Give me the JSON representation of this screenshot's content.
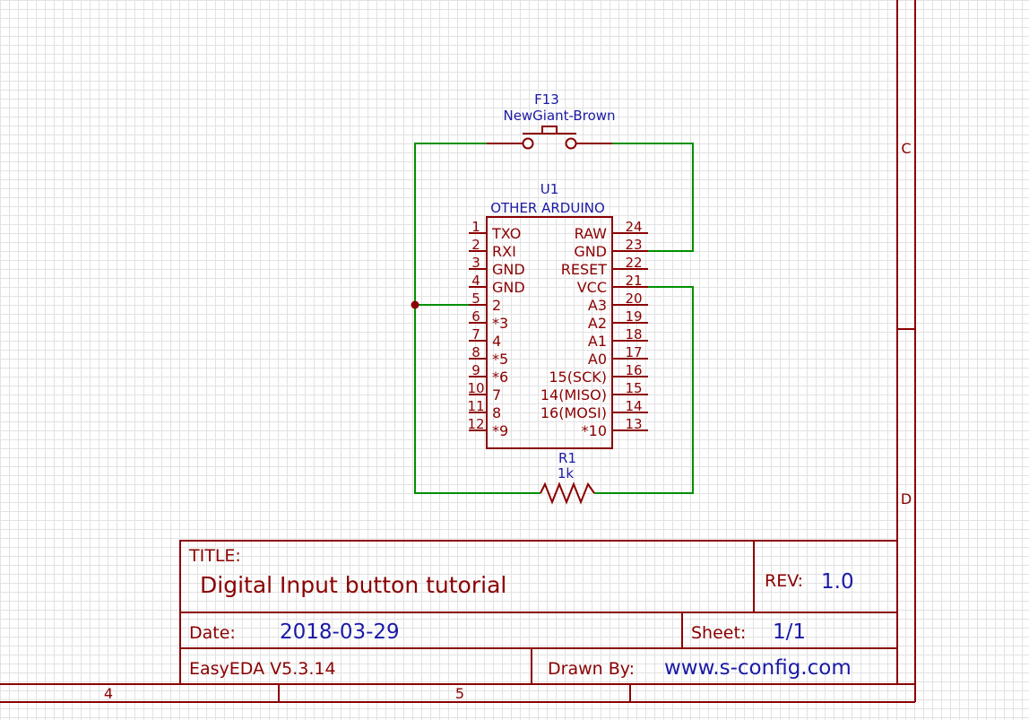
{
  "colors": {
    "wire": "#009000",
    "part": "#8b0000",
    "label": "#1a1aa6"
  },
  "switch": {
    "designator": "F13",
    "value": "NewGiant-Brown"
  },
  "chip": {
    "designator": "U1",
    "value": "OTHER ARDUINO",
    "left_pins": [
      {
        "num": "1",
        "name": "TXO"
      },
      {
        "num": "2",
        "name": "RXI"
      },
      {
        "num": "3",
        "name": "GND"
      },
      {
        "num": "4",
        "name": "GND"
      },
      {
        "num": "5",
        "name": "2"
      },
      {
        "num": "6",
        "name": "*3"
      },
      {
        "num": "7",
        "name": "4"
      },
      {
        "num": "8",
        "name": "*5"
      },
      {
        "num": "9",
        "name": "*6"
      },
      {
        "num": "10",
        "name": "7"
      },
      {
        "num": "11",
        "name": "8"
      },
      {
        "num": "12",
        "name": "*9"
      }
    ],
    "right_pins": [
      {
        "num": "24",
        "name": "RAW"
      },
      {
        "num": "23",
        "name": "GND"
      },
      {
        "num": "22",
        "name": "RESET"
      },
      {
        "num": "21",
        "name": "VCC"
      },
      {
        "num": "20",
        "name": "A3"
      },
      {
        "num": "19",
        "name": "A2"
      },
      {
        "num": "18",
        "name": "A1"
      },
      {
        "num": "17",
        "name": "A0"
      },
      {
        "num": "16",
        "name": "15(SCK)"
      },
      {
        "num": "15",
        "name": "14(MISO)"
      },
      {
        "num": "14",
        "name": "16(MOSI)"
      },
      {
        "num": "13",
        "name": "*10"
      }
    ]
  },
  "resistor": {
    "designator": "R1",
    "value": "1k"
  },
  "title_block": {
    "title_label": "TITLE:",
    "title": "Digital Input button tutorial",
    "rev_label": "REV:",
    "rev": "1.0",
    "date_label": "Date:",
    "date": "2018-03-29",
    "sheet_label": "Sheet:",
    "sheet": "1/1",
    "tool": "EasyEDA V5.3.14",
    "drawn_label": "Drawn By:",
    "drawn": "www.s-config.com"
  },
  "zones": {
    "right": [
      "C",
      "D"
    ],
    "bottom": [
      "4",
      "5"
    ]
  }
}
